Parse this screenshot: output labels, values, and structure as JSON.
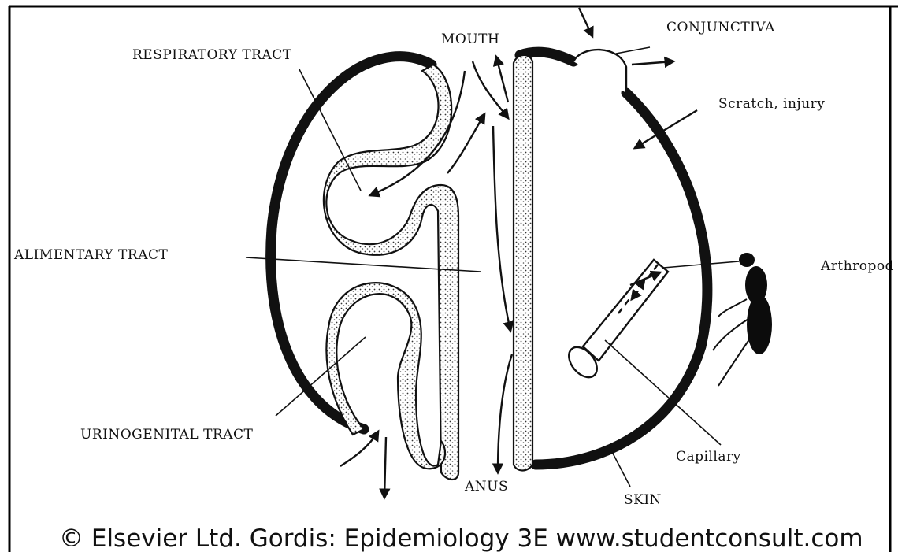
{
  "labels": {
    "mouth": "MOUTH",
    "conjunctiva": "CONJUNCTIVA",
    "respiratory_tract": "RESPIRATORY TRACT",
    "scratch_injury": "Scratch, injury",
    "alimentary_tract": "ALIMENTARY TRACT",
    "arthropod": "Arthropod",
    "urinogenital_tract": "URINOGENITAL TRACT",
    "capillary": "Capillary",
    "anus": "ANUS",
    "skin": "SKIN"
  },
  "credit": "© Elsevier Ltd. Gordis: Epidemiology 3E www.studentconsult.com"
}
